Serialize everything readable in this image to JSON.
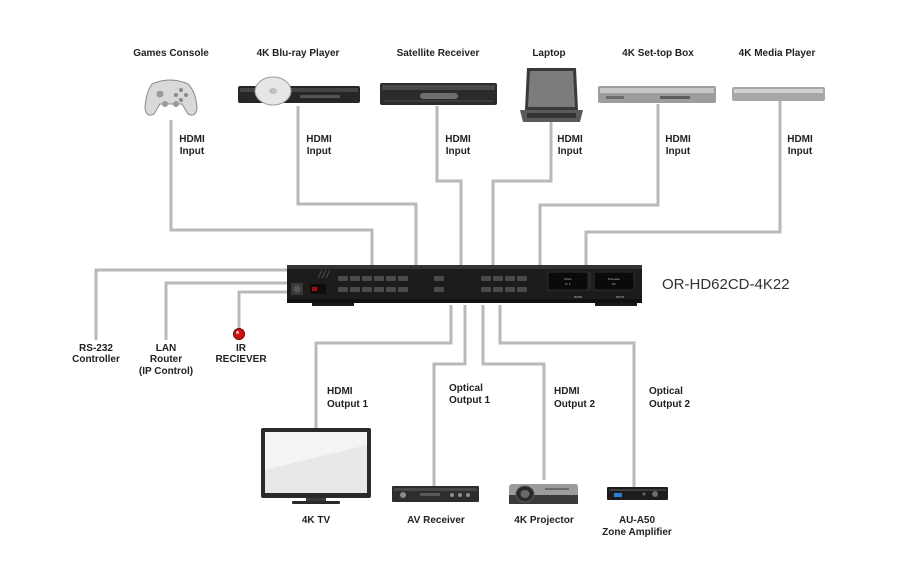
{
  "sources": [
    {
      "name": "Games Console",
      "port": [
        "HDMI",
        "Input"
      ]
    },
    {
      "name": "4K Blu-ray Player",
      "port": [
        "HDMI",
        "Input"
      ]
    },
    {
      "name": "Satellite Receiver",
      "port": [
        "HDMI",
        "Input"
      ]
    },
    {
      "name": "Laptop",
      "port": [
        "HDMI",
        "Input"
      ]
    },
    {
      "name": "4K Set-top Box",
      "port": [
        "HDMI",
        "Input"
      ]
    },
    {
      "name": "4K Media Player",
      "port": [
        "HDMI",
        "Input"
      ]
    }
  ],
  "switcher": {
    "model": "OR-HD62CD-4K22",
    "display_left": [
      "Main",
      "In 1"
    ],
    "display_right": [
      "Preview",
      "On"
    ],
    "logos": [
      "HDMI",
      "HDCP"
    ]
  },
  "control": [
    {
      "name": [
        "RS-232",
        "Controller"
      ]
    },
    {
      "name": [
        "LAN",
        "Router",
        "(IP Control)"
      ]
    },
    {
      "name": [
        "IR",
        "RECIEVER"
      ]
    }
  ],
  "outputs": [
    {
      "name": "4K TV",
      "port": [
        "HDMI",
        "Output 1"
      ]
    },
    {
      "name": "AV Receiver",
      "port": [
        "Optical",
        "Output 1"
      ]
    },
    {
      "name": "4K Projector",
      "port": [
        "HDMI",
        "Output 2"
      ]
    },
    {
      "name": [
        "AU-A50",
        "Zone Amplifier"
      ],
      "port": [
        "Optical",
        "Output 2"
      ]
    }
  ],
  "colors": {
    "wire": "#b9b9b9",
    "device": "#1c1c1c",
    "ir_led": "#d01010"
  }
}
